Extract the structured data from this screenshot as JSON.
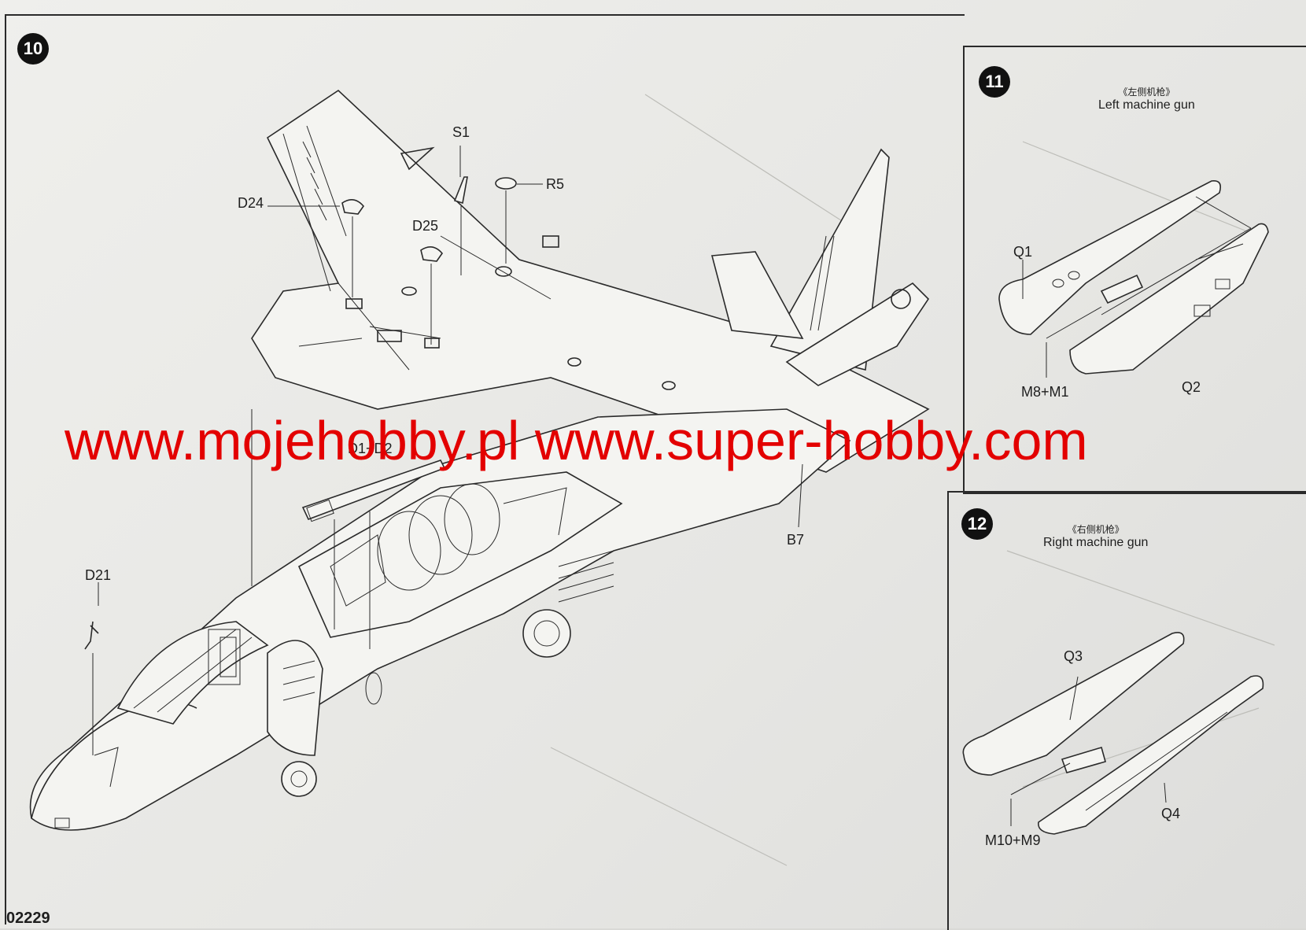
{
  "steps": [
    {
      "number": "10"
    },
    {
      "number": "11",
      "caption_cn": "《左侧机枪》",
      "caption_en": "Left machine gun"
    },
    {
      "number": "12",
      "caption_cn": "《右侧机枪》",
      "caption_en": "Right machine gun"
    }
  ],
  "labels": {
    "s1": "S1",
    "r5": "R5",
    "d24": "D24",
    "d25": "D25",
    "d1d2": "D1+D2",
    "d21": "D21",
    "b7": "B7",
    "q1": "Q1",
    "q2": "Q2",
    "m8m1": "M8+M1",
    "q3": "Q3",
    "q4": "Q4",
    "m10m9": "M10+M9"
  },
  "watermark": "www.mojehobby.pl www.super-hobby.com",
  "product_code": "02229",
  "colors": {
    "watermark": "#e30000",
    "ink": "#2a2a2a",
    "paper": "#ececea"
  }
}
